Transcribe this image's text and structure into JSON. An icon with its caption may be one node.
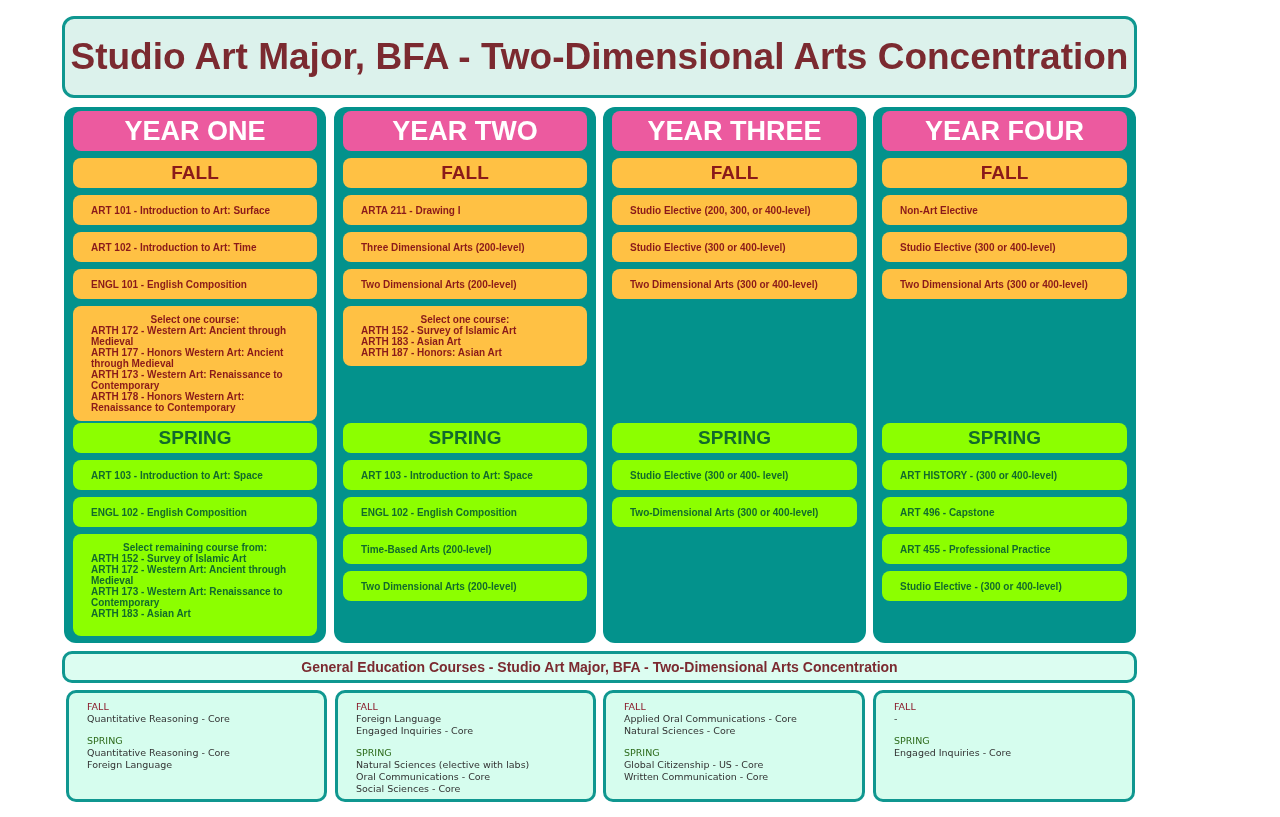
{
  "diagram": {
    "nodes": [
      {
        "text": [
          "Studio Art Major, BFA - Two-Dimensional Arts Concentration"
        ]
      },
      {
        "text": [
          "YEAR ONE"
        ]
      },
      {
        "text": [
          "FALL"
        ],
        "in": 1
      },
      {
        "text": [
          "ART 101 - Introduction to Art: Surface"
        ],
        "in": 1
      },
      {
        "text": [
          "ART 102 - Introduction to Art: Time"
        ],
        "in": 1
      },
      {
        "text": [
          "ENGL 101 - English Composition"
        ],
        "in": 1
      },
      {
        "text": [
          "Select one course:",
          "ARTH 172 - Western Art: Ancient through Medieval",
          "ARTH 177 - Honors Western Art: Ancient through Medieval",
          "ARTH 173 - Western Art: Renaissance to Contemporary",
          "ARTH 178 - Honors Western Art: Renaissance to Contemporary"
        ],
        "in": 1
      },
      {
        "text": [
          "SPRING"
        ],
        "in": 1
      },
      {
        "text": [
          "ART 103 - Introduction to Art: Space"
        ],
        "in": 1
      },
      {
        "text": [
          "ENGL 102 - English Composition"
        ],
        "in": 1
      },
      {
        "text": [
          "Select remaining course from:",
          "ARTH 152 - Survey of Islamic Art",
          "ARTH 172 - Western Art: Ancient through Medieval",
          "ARTH 173 - Western Art: Renaissance to Contemporary",
          "ARTH 183 - Asian Art"
        ],
        "in": 1
      },
      {
        "text": [
          "YEAR TWO"
        ]
      },
      {
        "text": [
          "FALL"
        ],
        "in": 11
      },
      {
        "text": [
          "ARTA 211 - Drawing I"
        ],
        "in": 11
      },
      {
        "text": [
          "Three Dimensional Arts (200-level)"
        ],
        "in": 11
      },
      {
        "text": [
          "Two Dimensional Arts (200-level)"
        ],
        "in": 11
      },
      {
        "text": [
          "Select one course:",
          "ARTH 152 - Survey of Islamic Art",
          "ARTH 183 - Asian Art",
          "ARTH 187 - Honors: Asian Art"
        ],
        "in": 11
      },
      {
        "text": [
          "SPRING"
        ],
        "in": 11
      },
      {
        "text": [
          "ART 103 - Introduction to Art: Space"
        ],
        "in": 11
      },
      {
        "text": [
          "ENGL 102 - English Composition"
        ],
        "in": 11
      },
      {
        "text": [
          "Time-Based Arts (200-level)"
        ],
        "in": 11
      },
      {
        "text": [
          "Two Dimensional Arts (200-level)"
        ],
        "in": 11
      },
      {
        "text": [
          "YEAR THREE"
        ]
      },
      {
        "text": [
          "FALL"
        ],
        "in": 22
      },
      {
        "text": [
          "Studio Elective (200, 300, or 400-level)"
        ],
        "in": 22
      },
      {
        "text": [
          "Studio Elective (300 or 400-level)"
        ],
        "in": 22
      },
      {
        "text": [
          "Two Dimensional Arts (300 or 400-level)"
        ],
        "in": 22
      },
      {
        "text": [
          "SPRING"
        ],
        "in": 22
      },
      {
        "text": [
          "Studio Elective (300 or 400- level)"
        ],
        "in": 22
      },
      {
        "text": [
          "Two-Dimensional Arts (300 or 400-level)"
        ],
        "in": 22
      },
      {
        "text": [
          "YEAR FOUR"
        ]
      },
      {
        "text": [
          "FALL"
        ],
        "in": 30
      },
      {
        "text": [
          "Non-Art Elective"
        ],
        "in": 30
      },
      {
        "text": [
          "Studio Elective (300 or 400-level)"
        ],
        "in": 30
      },
      {
        "text": [
          "Two Dimensional Arts (300 or 400-level)"
        ],
        "in": 30
      },
      {
        "text": [
          "SPRING"
        ],
        "in": 30
      },
      {
        "text": [
          "ART HISTORY - (300 or 400-level)"
        ],
        "in": 30
      },
      {
        "text": [
          "ART 496 - Capstone"
        ],
        "in": 30
      },
      {
        "text": [
          "ART 455 - Professional Practice"
        ],
        "in": 30
      },
      {
        "text": [
          "Studio Elective - (300 or 400-level)"
        ],
        "in": 30
      },
      {
        "text": [
          "General Education Courses - Studio Art Major, BFA - Two-Dimensional Arts Concentration"
        ]
      },
      {
        "text": [
          "FALL",
          "Quantitative Reasoning - Core",
          "SPRING",
          "Quantitative Reasoning - Core",
          "Foreign Language"
        ]
      },
      {
        "text": [
          "FALL",
          "Foreign Language",
          "Engaged Inquiries - Core",
          "SPRING",
          "Natural Sciences (elective with labs)",
          "Oral Communications - Core",
          "Social Sciences - Core"
        ]
      },
      {
        "text": [
          "FALL",
          "Applied Oral Communications - Core",
          "Natural Sciences - Core",
          "SPRING",
          "Global Citizenship - US - Core",
          "Written Communication - Core"
        ]
      },
      {
        "text": [
          "FALL",
          "-",
          "SPRING",
          "Engaged Inquiries - Core"
        ]
      }
    ]
  }
}
